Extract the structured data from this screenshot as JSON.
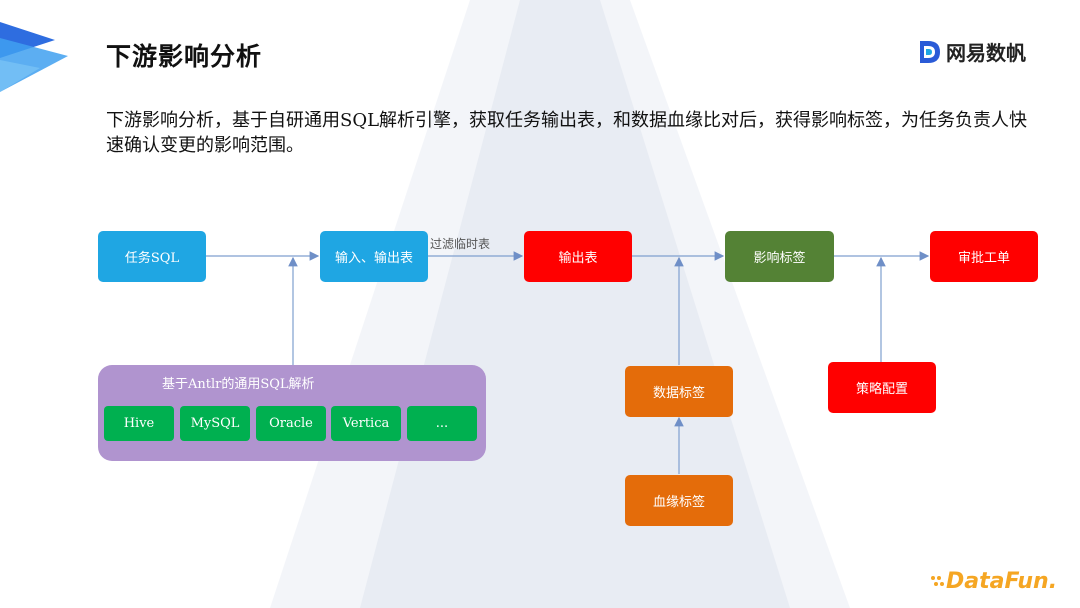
{
  "header": {
    "title": "下游影响分析",
    "brand": "网易数帆"
  },
  "description": "下游影响分析，基于自研通用SQL解析引擎，获取任务输出表，和数据血缘比对后，获得影响标签，为任务负责人快速确认变更的影响范围。",
  "flow": {
    "task_sql": "任务SQL",
    "io_tables": "输入、输出表",
    "filter_temp": "过滤临时表",
    "output_table": "输出表",
    "impact_tags": "影响标签",
    "approval_ticket": "审批工单",
    "data_tags": "数据标签",
    "lineage_tags": "血缘标签",
    "strategy_config": "策略配置"
  },
  "parser": {
    "label": "基于Antlr的通用SQL解析",
    "engines": [
      "Hive",
      "MySQL",
      "Oracle",
      "Vertica",
      "..."
    ]
  },
  "footer": {
    "logo": "DataFun."
  },
  "colors": {
    "blue": "#1FA6E3",
    "red": "#FF0000",
    "green": "#548235",
    "orange": "#E46C0A",
    "purple": "#B094CF",
    "engine": "#00B050",
    "arrow": "#7F9FCF"
  }
}
